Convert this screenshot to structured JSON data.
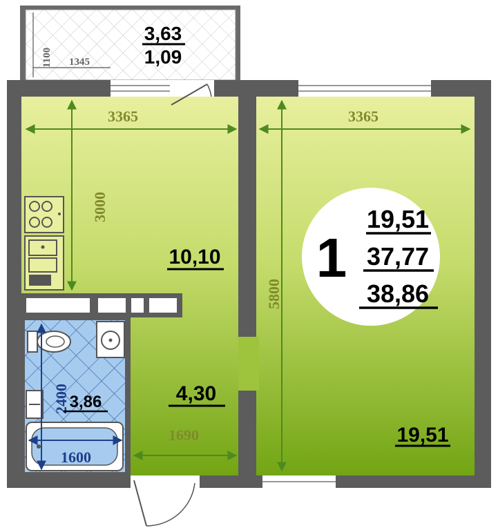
{
  "balcony": {
    "area_top": "3,63",
    "area_bottom": "1,09",
    "dim_width": "1345",
    "dim_height": "1100"
  },
  "kitchen": {
    "area": "10,10",
    "dim_width": "3365",
    "dim_height": "3000"
  },
  "bathroom": {
    "area": "3,86",
    "dim_width": "1600",
    "dim_height": "2400"
  },
  "hallway": {
    "area": "4,30",
    "dim_width": "1690"
  },
  "living_room": {
    "area": "19,51",
    "dim_width": "3365",
    "dim_height": "5800"
  },
  "summary": {
    "rooms": "1",
    "living_area": "19,51",
    "total_area": "37,77",
    "total_area_with_balcony": "38,86"
  },
  "colors": {
    "wall": "#5c5c5c",
    "floor_light": "#e7ee9c",
    "floor_dark": "#7dac14",
    "tile": "#a6cbee",
    "tile_line": "#2f5fa8",
    "dimension_text": "#808a2c"
  }
}
